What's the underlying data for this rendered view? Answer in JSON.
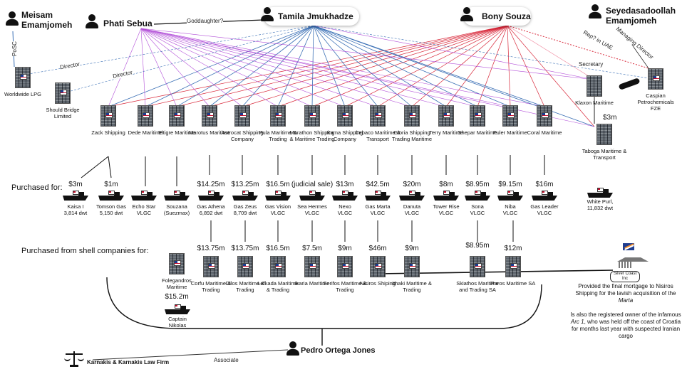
{
  "people": {
    "meisam": {
      "line1": "Meisam",
      "line2": "Emamjomeh"
    },
    "phati": "Phati Sebua",
    "tamila": "Tamila Jmukhadze",
    "bony": "Bony Souza",
    "seyed": {
      "line1": "Seyedasadoollah",
      "line2": "Emamjomeh"
    },
    "pedro": "Pedro Ortega Jones"
  },
  "edges": {
    "goddaughter": "Goddaughter?",
    "posc": "PoSC",
    "director1": "Director",
    "director2": "Director",
    "rep_uae": "Rep? in UAE",
    "managing_director": "Managing Director",
    "secretary": "Secretary",
    "associate": "Associate",
    "taboga_price": "$3m"
  },
  "side_companies": {
    "worldwide": "Worldwide LPG",
    "should_bridge": "Should Bridge Limited",
    "klaxon": "Klaxon Maritime",
    "caspian": "Caspian Petrochemicals FZE",
    "taboga": "Taboga Maritime & Transport"
  },
  "companies": [
    {
      "name": "Zack Shipping"
    },
    {
      "name": "Dede Maritime"
    },
    {
      "name": "Eltigre Maritime"
    },
    {
      "name": "Marotus Maritime"
    },
    {
      "name": "Astrocat Shipping Company"
    },
    {
      "name": "Pula Maritime & Trading"
    },
    {
      "name": "Marathon Shipping & Maritime Trading"
    },
    {
      "name": "Kama Shipping Company"
    },
    {
      "name": "Cebaco Maritime & Transport"
    },
    {
      "name": "Gloria Shipping Trading Maritime"
    },
    {
      "name": "Terry Maritime"
    },
    {
      "name": "Shepar Maritime"
    },
    {
      "name": "Fuler Maritime"
    },
    {
      "name": "Coral Maritime"
    }
  ],
  "purchased_for_label": "Purchased for:",
  "prices": [
    "$3m",
    "$1m",
    "$14.25m",
    "$13.25m",
    "$16.5m",
    "(judicial sale)",
    "$13m",
    "$42.5m",
    "$20m",
    "$8m",
    "$8.95m",
    "$9.15m",
    "$16m"
  ],
  "vessels": [
    {
      "name": "Kaisa I",
      "sub": "3,814 dwt"
    },
    {
      "name": "Tomson Gas",
      "sub": "5,150 dwt"
    },
    {
      "name": "Echo Star",
      "sub": "VLGC"
    },
    {
      "name": "Souzana",
      "sub": "(Suezmax)"
    },
    {
      "name": "Gas Athena",
      "sub": "6,892 dwt"
    },
    {
      "name": "Gas Zeus",
      "sub": "8,709 dwt"
    },
    {
      "name": "Gas Vision",
      "sub": "VLGC"
    },
    {
      "name": "Sea Hermes",
      "sub": "VLGC"
    },
    {
      "name": "Nexo",
      "sub": "VLGC"
    },
    {
      "name": "Gas Marta",
      "sub": "VLGC"
    },
    {
      "name": "Danuta",
      "sub": "VLGC"
    },
    {
      "name": "Tower Rise",
      "sub": "VLGC"
    },
    {
      "name": "Sona",
      "sub": "VLGC"
    },
    {
      "name": "Niba",
      "sub": "VLGC"
    },
    {
      "name": "Gas Leader",
      "sub": "VLGC"
    },
    {
      "name": "White Purl,",
      "sub": "11,832 dwt"
    }
  ],
  "shell_label": "Purchased from shell companies for:",
  "shell_prices": [
    "$13.75m",
    "$13.75m",
    "$16.5m",
    "$7.5m",
    "$9m",
    "$46m",
    "$9m",
    "$8.95m",
    "$12m"
  ],
  "shell_companies": [
    {
      "name": "Folegandros Maritime"
    },
    {
      "name": "Corfu Maritime & Trading"
    },
    {
      "name": "Dilos Maritime & Trading"
    },
    {
      "name": "Lefkada Maritime & Trading"
    },
    {
      "name": "Ikaria Maritime"
    },
    {
      "name": "Serifos Maritime & Trading"
    },
    {
      "name": "Nisiros Shiping"
    },
    {
      "name": "Ithaki Maritime & Trading"
    },
    {
      "name": "Skiathos Maritime and Trading SA"
    },
    {
      "name": "Paros Maritime SA"
    }
  ],
  "folegandros_price": "$15.2m",
  "captain_nikolas": {
    "line1": "Captain",
    "line2": "Nikolas"
  },
  "silver_coast": "Silver Coast Inc",
  "notes": {
    "mortgage": "Provided the final mortgage to Nisiros Shipping for the lavish acquisition of the",
    "mortgage_ship": "Marta",
    "arc_prefix": "Is also the registered owner of the infamous",
    "arc_ship": "Arc 1",
    "arc_suffix": ", who was held off the coast of Croatia for months last year with suspected Iranian cargo"
  },
  "law_firm": "Karnakis & Karnakis Law Firm",
  "colors": {
    "blue": "#3a6fb5",
    "violet": "#b24fd8",
    "red": "#d8283a",
    "pink": "#f08aa0"
  }
}
